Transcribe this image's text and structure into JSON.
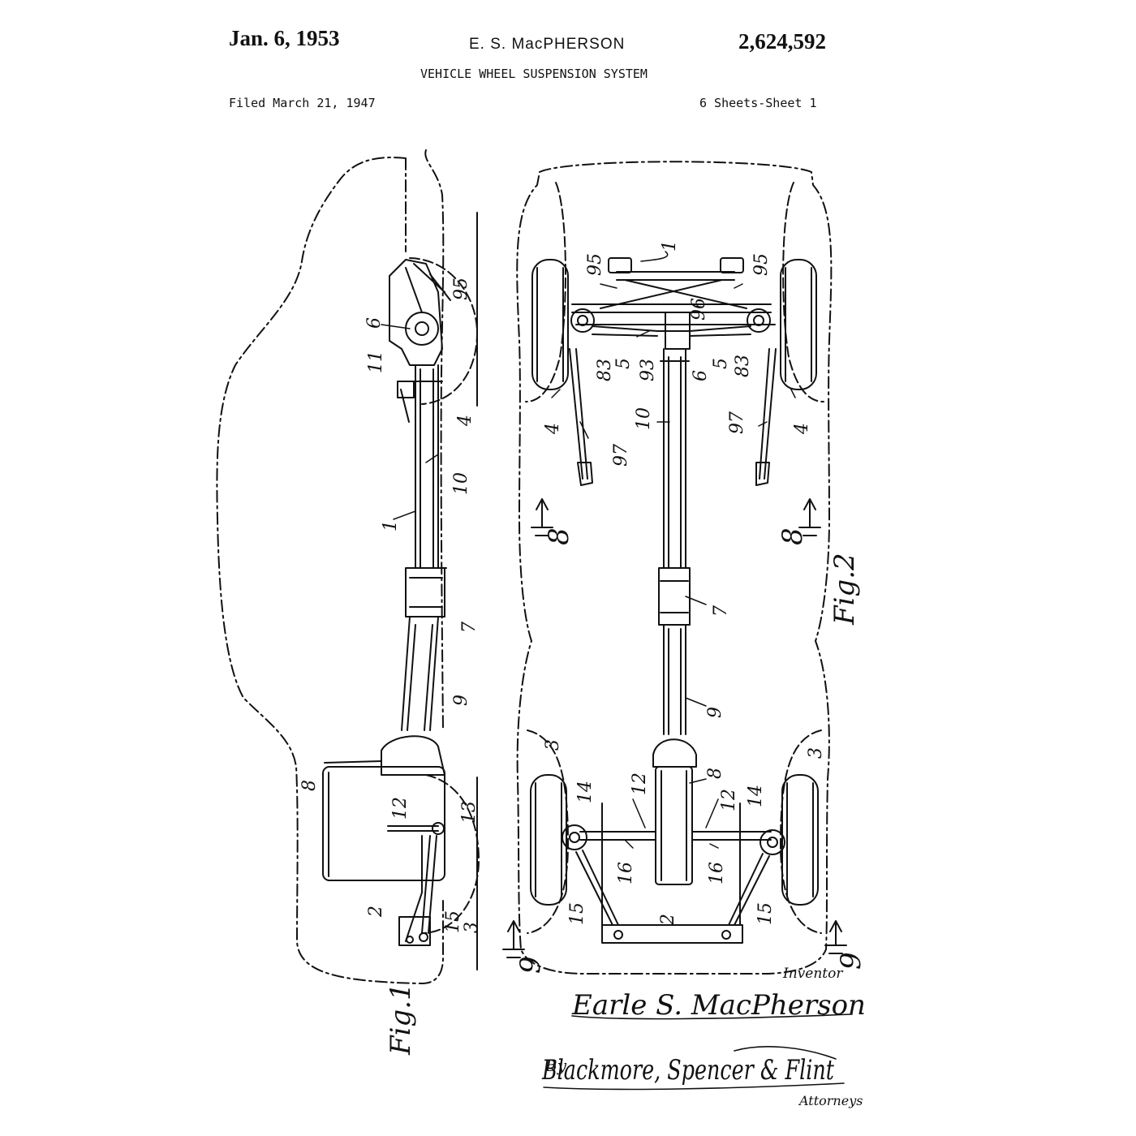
{
  "header": {
    "date": "Jan. 6, 1953",
    "inventor": "E. S. MacPHERSON",
    "patent_number": "2,624,592",
    "title": "VEHICLE WHEEL SUSPENSION SYSTEM",
    "filed": "Filed March 21, 1947",
    "sheets": "6 Sheets-Sheet 1"
  },
  "figures": {
    "fig1_label": "Fig.1",
    "fig2_label": "Fig.2"
  },
  "reference_numerals": {
    "fig1": [
      "6",
      "11",
      "95",
      "4",
      "10",
      "1",
      "7",
      "9",
      "8",
      "12",
      "13",
      "2",
      "15",
      "3"
    ],
    "fig2": [
      "95",
      "1",
      "95",
      "96",
      "83",
      "5",
      "93",
      "6",
      "5",
      "83",
      "4",
      "10",
      "97",
      "97",
      "4",
      "8",
      "8",
      "7",
      "9",
      "3",
      "8",
      "3",
      "14",
      "12",
      "12",
      "14",
      "16",
      "16",
      "15",
      "2",
      "15",
      "9",
      "9"
    ]
  },
  "section_marks": {
    "upper_left": "8",
    "upper_right": "8",
    "lower_left": "9",
    "lower_right": "9"
  },
  "signature": {
    "inventor_label": "Inventor",
    "inventor_name": "Earle S. MacPherson",
    "by": "By",
    "attorneys_name": "Blackmore, Spencer & Flint",
    "attorneys_label": "Attorneys"
  },
  "colors": {
    "ink": "#111111",
    "paper": "#ffffff"
  }
}
